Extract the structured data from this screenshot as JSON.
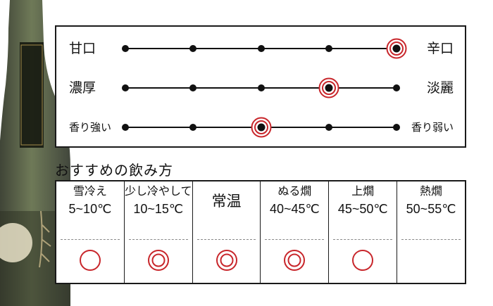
{
  "taste_chart": {
    "rows": [
      {
        "left": "甘口",
        "right": "辛口",
        "selected": 4,
        "small": false
      },
      {
        "left": "濃厚",
        "right": "淡麗",
        "selected": 3,
        "small": false
      },
      {
        "left": "香り強い",
        "right": "香り弱い",
        "selected": 2,
        "small": true
      }
    ],
    "scale_points": 5
  },
  "temperature_section": {
    "title": "おすすめの飲み方",
    "columns": [
      {
        "name": "雪冷え",
        "range": "5~10℃",
        "mark": "circle"
      },
      {
        "name": "少し冷やして",
        "range": "10~15℃",
        "mark": "double-circle"
      },
      {
        "name": "常温",
        "range": "",
        "mark": "double-circle"
      },
      {
        "name": "ぬる燗",
        "range": "40~45℃",
        "mark": "double-circle"
      },
      {
        "name": "上燗",
        "range": "45~50℃",
        "mark": "circle"
      },
      {
        "name": "熱燗",
        "range": "50~55℃",
        "mark": ""
      }
    ]
  },
  "colors": {
    "accent_red": "#c8262b",
    "line": "#111111",
    "bottle_glass": "#3e4a2a"
  }
}
